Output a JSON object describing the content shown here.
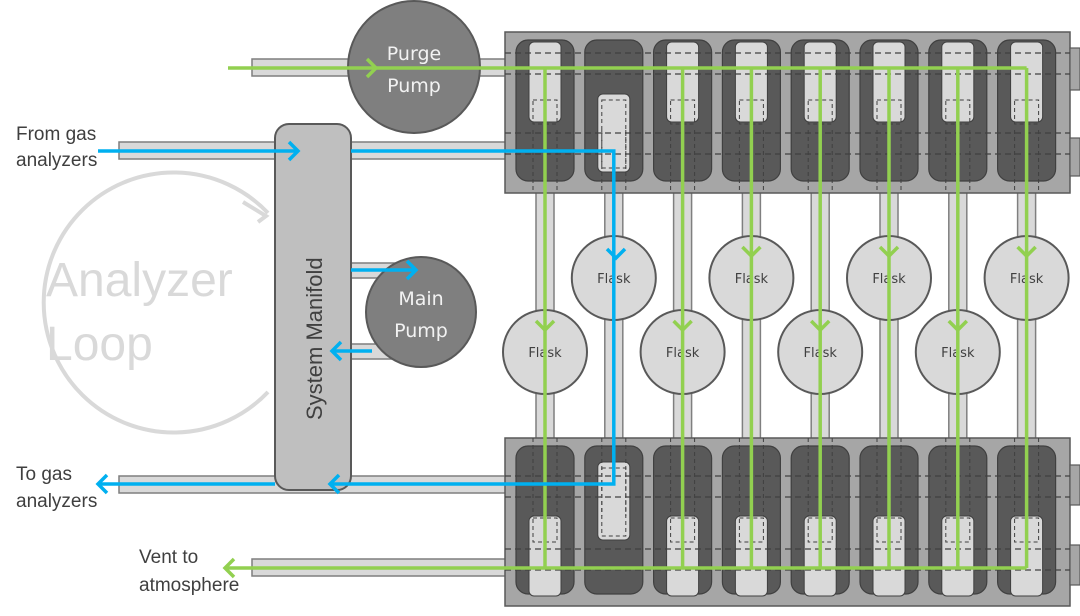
{
  "title": "Flask sampling system flow diagram",
  "labels": {
    "from_gas_analyzers": [
      "From gas",
      "analyzers"
    ],
    "to_gas_analyzers": [
      "To gas",
      "analyzers"
    ],
    "vent": [
      "Vent to",
      "atmosphere"
    ],
    "analyzer_loop": [
      "Analyzer",
      "Loop"
    ],
    "system_manifold": "System Manifold",
    "purge_pump": [
      "Purge",
      "Pump"
    ],
    "main_pump": [
      "Main",
      "Pump"
    ]
  },
  "flask_label": "Flask",
  "flask_count": 8,
  "flasks": [
    {
      "id": 1,
      "label": "Flask",
      "row": "low",
      "flow": "purge"
    },
    {
      "id": 2,
      "label": "Flask",
      "row": "high",
      "flow": "analyzer"
    },
    {
      "id": 3,
      "label": "Flask",
      "row": "low",
      "flow": "purge"
    },
    {
      "id": 4,
      "label": "Flask",
      "row": "high",
      "flow": "purge"
    },
    {
      "id": 5,
      "label": "Flask",
      "row": "low",
      "flow": "purge"
    },
    {
      "id": 6,
      "label": "Flask",
      "row": "high",
      "flow": "purge"
    },
    {
      "id": 7,
      "label": "Flask",
      "row": "low",
      "flow": "purge"
    },
    {
      "id": 8,
      "label": "Flask",
      "row": "high",
      "flow": "purge"
    }
  ],
  "colors": {
    "purge_flow": "#92d050",
    "analyzer_flow": "#00b0f0",
    "pump_fill": "#7f7f7f",
    "flask_fill": "#d9d9d9",
    "manifold_fill": "#bfbfbf",
    "block_fill": "#a6a6a6",
    "valve_fill": "#595959",
    "loop_color": "#d9d9d9"
  }
}
